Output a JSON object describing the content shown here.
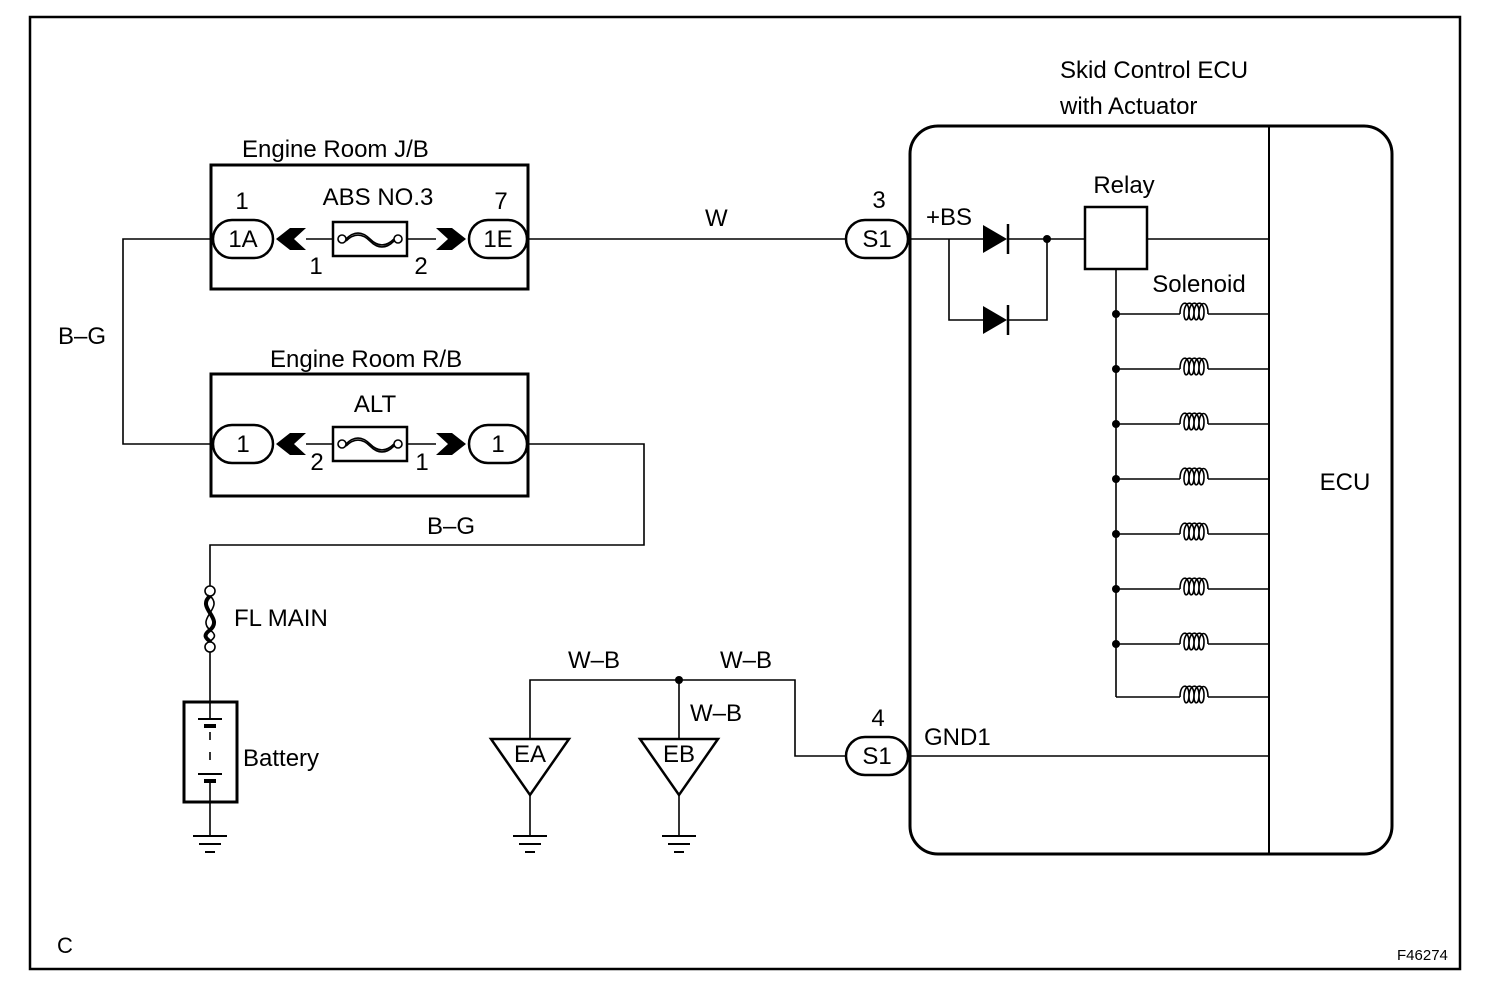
{
  "frame": {
    "corner_label": "C",
    "figure_id": "F46274"
  },
  "engine_room_jb": {
    "title": "Engine Room J/B",
    "fuse": "ABS NO.3",
    "left_connector": "1A",
    "left_connector_pin": "1",
    "right_connector": "1E",
    "right_connector_pin": "7",
    "fuse_pin_left": "1",
    "fuse_pin_right": "2"
  },
  "engine_room_rb": {
    "title": "Engine Room R/B",
    "fuse": "ALT",
    "left_connector": "1",
    "right_connector": "1",
    "fuse_pin_left": "2",
    "fuse_pin_right": "1"
  },
  "wires": {
    "jb_to_ecu": "W",
    "battery_to_jb": "B–G",
    "rb_to_flmain": "B–G",
    "ground_left": "W–B",
    "ground_right": "W–B",
    "ground_eb": "W–B"
  },
  "fl_main": "FL MAIN",
  "battery": "Battery",
  "grounds": [
    "EA",
    "EB"
  ],
  "ecu_unit": {
    "title_line1": "Skid Control ECU",
    "title_line2": "with Actuator",
    "power_connector": "S1",
    "power_pin": "3",
    "power_terminal": "+BS",
    "ground_connector": "S1",
    "ground_pin": "4",
    "ground_terminal": "GND1",
    "relay": "Relay",
    "solenoid": "Solenoid",
    "ecu": "ECU",
    "solenoid_count": 8
  }
}
